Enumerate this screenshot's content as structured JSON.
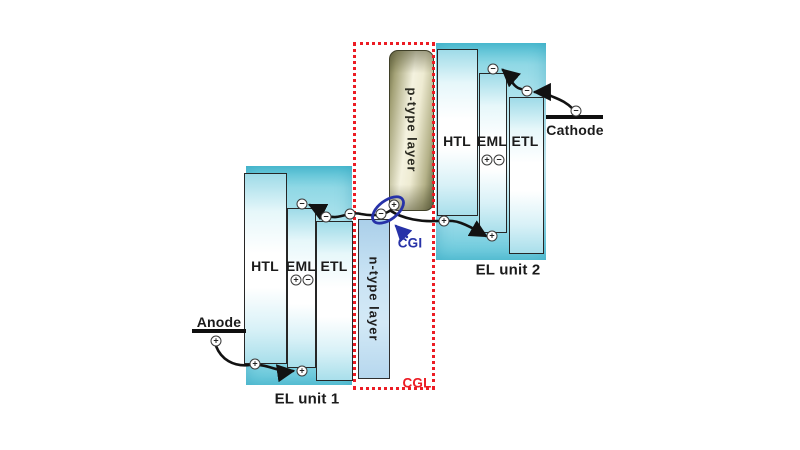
{
  "figure": {
    "el_unit_1": {
      "label": "EL unit 1",
      "htl": "HTL",
      "eml": "EML",
      "etl": "ETL"
    },
    "el_unit_2": {
      "label": "EL unit 2",
      "htl": "HTL",
      "eml": "EML",
      "etl": "ETL"
    },
    "cgl": {
      "label": "CGL",
      "cgi": "CGI",
      "p_type": "p-type layer",
      "n_type": "n-type layer"
    },
    "electrodes": {
      "anode": "Anode",
      "cathode": "Cathode"
    },
    "glyphs": {
      "plus": "+",
      "minus": "−"
    },
    "colors": {
      "cgl_red": "#ec1c24",
      "cgi_blue": "#2732a8",
      "unit_cyan": "#54c1d5",
      "n_type_blue": "#c9e3f4",
      "p_type_olive": "#6f6f47",
      "text": "#1b1b1b"
    }
  }
}
